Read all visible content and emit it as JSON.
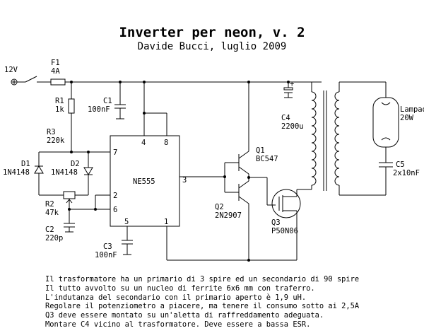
{
  "title": "Inverter per neon, v. 2",
  "subtitle": "Davide Bucci, luglio 2009",
  "components": {
    "supply": "12V",
    "fuse_ref": "F1",
    "fuse_val": "4A",
    "r1_ref": "R1",
    "r1_val": "1k",
    "c1_ref": "C1",
    "c1_val": "100nF",
    "r3_ref": "R3",
    "r3_val": "220k",
    "d1_ref": "D1",
    "d1_val": "1N4148",
    "d2_ref": "D2",
    "d2_val": "1N4148",
    "r2_ref": "R2",
    "r2_val": "47k",
    "c2_ref": "C2",
    "c2_val": "220p",
    "c3_ref": "C3",
    "c3_val": "100nF",
    "ic": "NE555",
    "pin7": "7",
    "pin2": "2",
    "pin6": "6",
    "pin4": "4",
    "pin8": "8",
    "pin3": "3",
    "pin5": "5",
    "pin1": "1",
    "q1_ref": "Q1",
    "q1_val": "BC547",
    "q2_ref": "Q2",
    "q2_val": "2N2907",
    "q3_ref": "Q3",
    "q3_val": "P50N06",
    "c4_ref": "C4",
    "c4_val": "2200u",
    "c4_plus": "+",
    "lamp_ref": "Lampada",
    "lamp_val": "20W",
    "c5_ref": "C5",
    "c5_val": "2x10nF"
  },
  "notes": [
    "Il trasformatore ha un primario di 3 spire ed un secondario di 90 spire",
    "Il tutto avvolto su un nucleo di ferrite 6x6 mm con traferro.",
    "L'indutanza del secondario con il primario aperto è 1,9 uH.",
    "Regolare il potenziometro a piacere, ma tenere il consumo sotto ai 2,5A",
    "Q3 deve essere montato su un'aletta di raffreddamento adeguata.",
    "Montare C4 vicino al trasformatore. Deve essere a bassa ESR."
  ]
}
